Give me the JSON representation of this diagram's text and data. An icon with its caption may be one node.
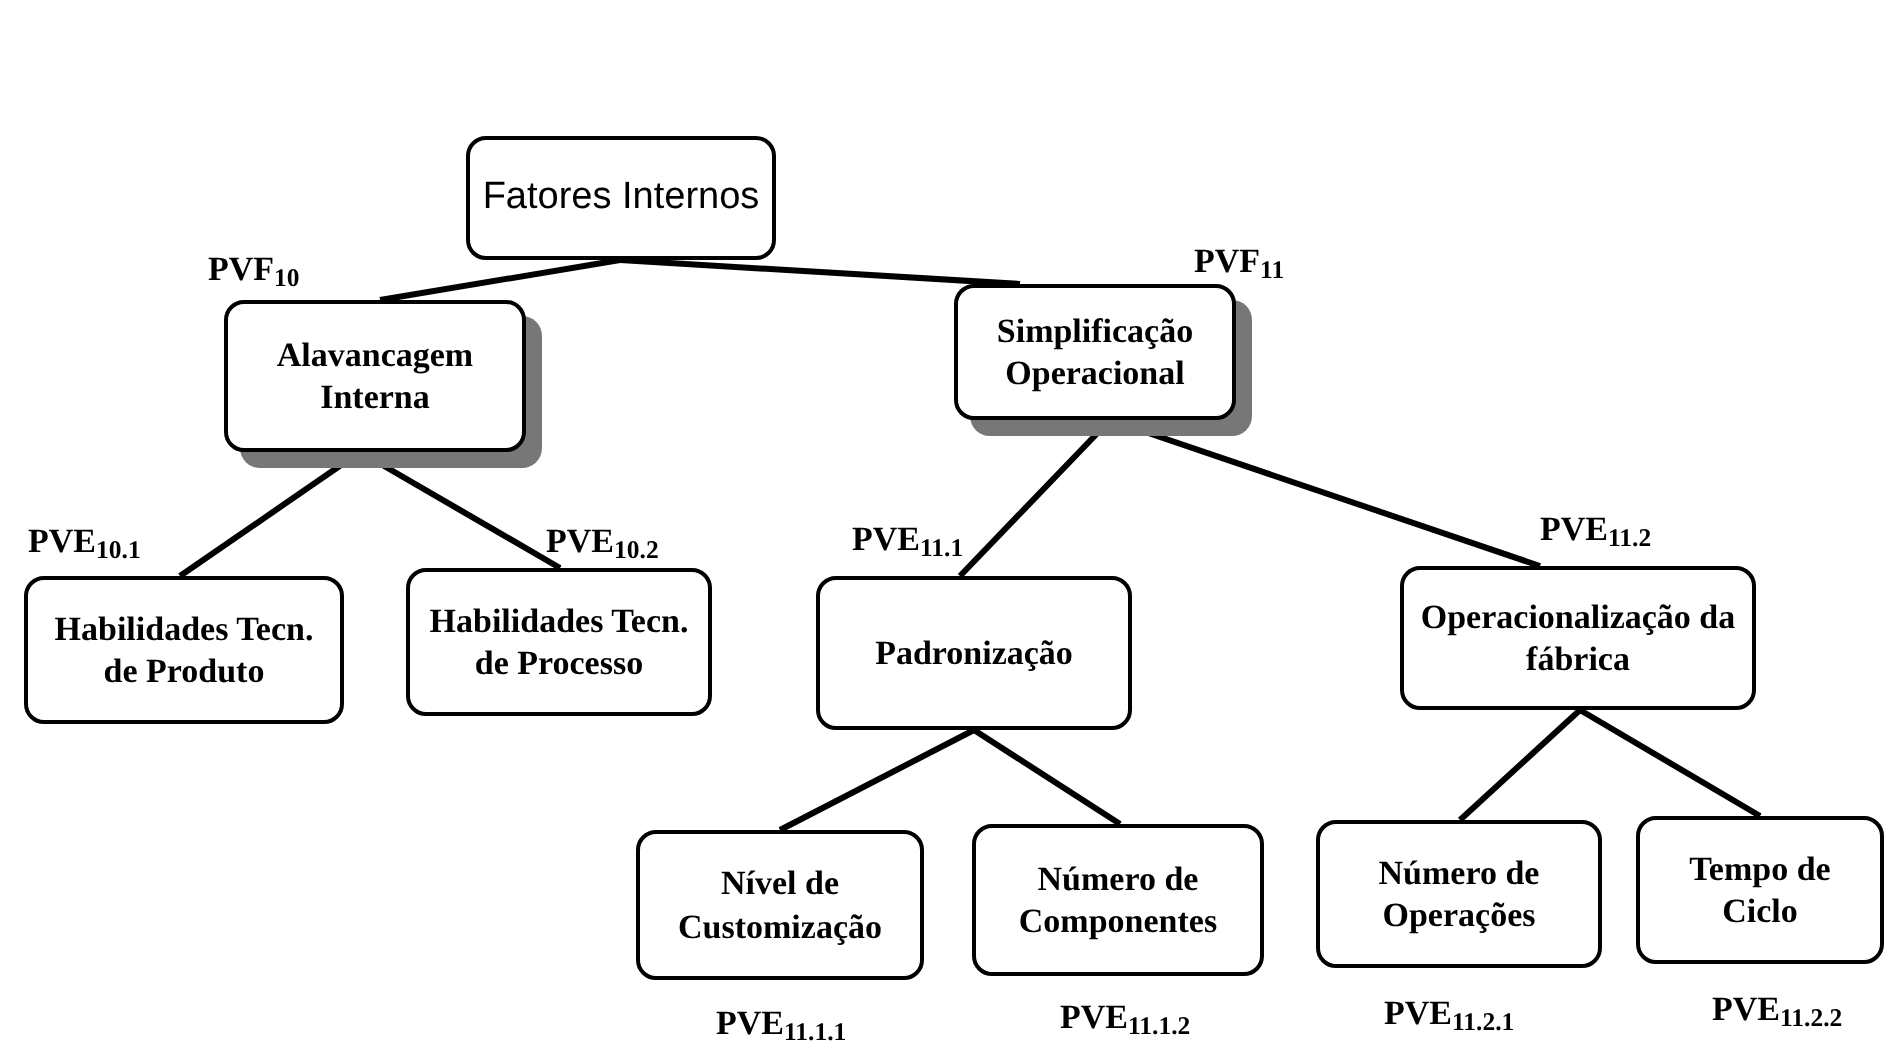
{
  "diagram": {
    "nodes": [
      {
        "text": [
          "Fatores Internos"
        ]
      },
      {
        "text": [
          "Alavancagem Interna"
        ],
        "beside": [
          "PVF$_{10}$"
        ]
      },
      {
        "text": [
          "Simplificação Operacional"
        ],
        "beside": [
          "PVF$_{11}$"
        ]
      },
      {
        "text": [
          "Habilidades Tecn. de Produto"
        ],
        "beside": [
          "PVE$_{10.1}$"
        ]
      },
      {
        "text": [
          "Habilidades Tecn. de Processo"
        ],
        "beside": [
          "PVE$_{10.2}$"
        ]
      },
      {
        "text": [
          "Padronização"
        ],
        "beside": [
          "PVE$_{11.1}$"
        ]
      },
      {
        "text": [
          "Operacionalização da fábrica"
        ],
        "beside": [
          "PVE$_{11.2}$"
        ]
      },
      {
        "text": [
          "Nível de Customização"
        ],
        "beside": [
          "PVE$_{11.1.1}$"
        ]
      },
      {
        "text": [
          "Número de Componentes"
        ],
        "beside": [
          "PVE$_{11.1.2}$"
        ]
      },
      {
        "text": [
          "Número de Operações"
        ],
        "beside": [
          "PVE$_{11.2.1}$"
        ]
      },
      {
        "text": [
          "Tempo de Ciclo"
        ],
        "beside": [
          "PVE$_{11.2.2}$"
        ]
      }
    ],
    "edges": [
      {
        "from": 0,
        "to": 1,
        "arrow": "none"
      },
      {
        "from": 0,
        "to": 2,
        "arrow": "none"
      },
      {
        "from": 1,
        "to": 3,
        "arrow": "none"
      },
      {
        "from": 1,
        "to": 4,
        "arrow": "none"
      },
      {
        "from": 2,
        "to": 5,
        "arrow": "none"
      },
      {
        "from": 2,
        "to": 6,
        "arrow": "none"
      },
      {
        "from": 5,
        "to": 7,
        "arrow": "none"
      },
      {
        "from": 5,
        "to": 8,
        "arrow": "none"
      },
      {
        "from": 6,
        "to": 9,
        "arrow": "none"
      },
      {
        "from": 6,
        "to": 10,
        "arrow": "none"
      }
    ]
  }
}
